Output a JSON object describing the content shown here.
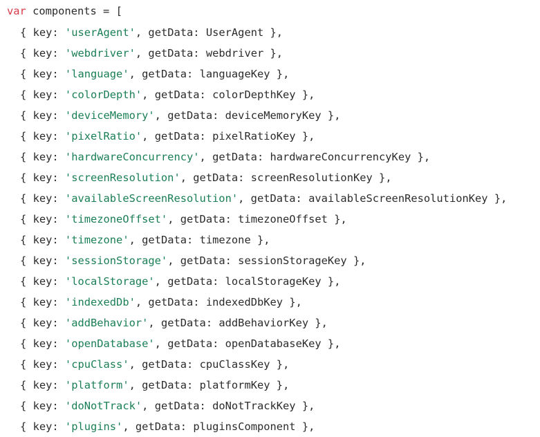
{
  "code": {
    "decl": {
      "keyword": "var",
      "name": "components",
      "op": "=",
      "open": "["
    },
    "entries": [
      {
        "key": "'userAgent'",
        "getData": "UserAgent"
      },
      {
        "key": "'webdriver'",
        "getData": "webdriver"
      },
      {
        "key": "'language'",
        "getData": "languageKey"
      },
      {
        "key": "'colorDepth'",
        "getData": "colorDepthKey"
      },
      {
        "key": "'deviceMemory'",
        "getData": "deviceMemoryKey"
      },
      {
        "key": "'pixelRatio'",
        "getData": "pixelRatioKey"
      },
      {
        "key": "'hardwareConcurrency'",
        "getData": "hardwareConcurrencyKey"
      },
      {
        "key": "'screenResolution'",
        "getData": "screenResolutionKey"
      },
      {
        "key": "'availableScreenResolution'",
        "getData": "availableScreenResolutionKey"
      },
      {
        "key": "'timezoneOffset'",
        "getData": "timezoneOffset"
      },
      {
        "key": "'timezone'",
        "getData": "timezone"
      },
      {
        "key": "'sessionStorage'",
        "getData": "sessionStorageKey"
      },
      {
        "key": "'localStorage'",
        "getData": "localStorageKey"
      },
      {
        "key": "'indexedDb'",
        "getData": "indexedDbKey"
      },
      {
        "key": "'addBehavior'",
        "getData": "addBehaviorKey"
      },
      {
        "key": "'openDatabase'",
        "getData": "openDatabaseKey"
      },
      {
        "key": "'cpuClass'",
        "getData": "cpuClassKey"
      },
      {
        "key": "'platform'",
        "getData": "platformKey"
      },
      {
        "key": "'doNotTrack'",
        "getData": "doNotTrackKey"
      },
      {
        "key": "'plugins'",
        "getData": "pluginsComponent"
      }
    ],
    "labels": {
      "key_label": "key:",
      "getdata_label": "getData:",
      "open_brace": "{",
      "close_brace": "},",
      "comma": ","
    }
  },
  "colors": {
    "keyword": "#d73a49",
    "string": "#1a7f56",
    "text": "#2b2b2b",
    "background": "#ffffff"
  }
}
